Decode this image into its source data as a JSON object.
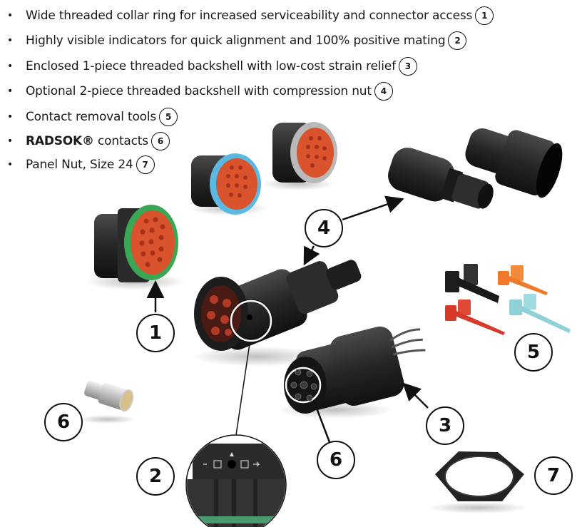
{
  "features": [
    {
      "text": "Wide threaded collar ring for increased serviceability and connector access",
      "badge": "1"
    },
    {
      "text": "Highly visible indicators for quick alignment and 100% positive mating",
      "badge": "2"
    },
    {
      "text": "Enclosed 1-piece threaded backshell with low-cost strain relief",
      "badge": "3"
    },
    {
      "text": "Optional 2-piece threaded backshell with compression nut",
      "badge": "4"
    },
    {
      "text": "Contact removal tools",
      "badge": "5"
    },
    {
      "bold": "RADSOK®",
      "text": " contacts",
      "badge": "6"
    },
    {
      "text": "Panel Nut, Size 24",
      "badge": "7"
    }
  ],
  "callouts": {
    "c1": "1",
    "c2": "2",
    "c3": "3",
    "c4": "4",
    "c5": "5",
    "c6a": "6",
    "c6b": "6",
    "c7": "7"
  },
  "bullet": "•",
  "colors": {
    "green_ring": "#3aa757",
    "blue_ring": "#5bb8e0",
    "grey_ring": "#b9b9b9",
    "insert_orange": "#d9532c",
    "tool_orange": "#f07a2a",
    "tool_red": "#d83a2a",
    "tool_teal": "#8fd1d6",
    "tool_black": "#1f1f1f"
  }
}
